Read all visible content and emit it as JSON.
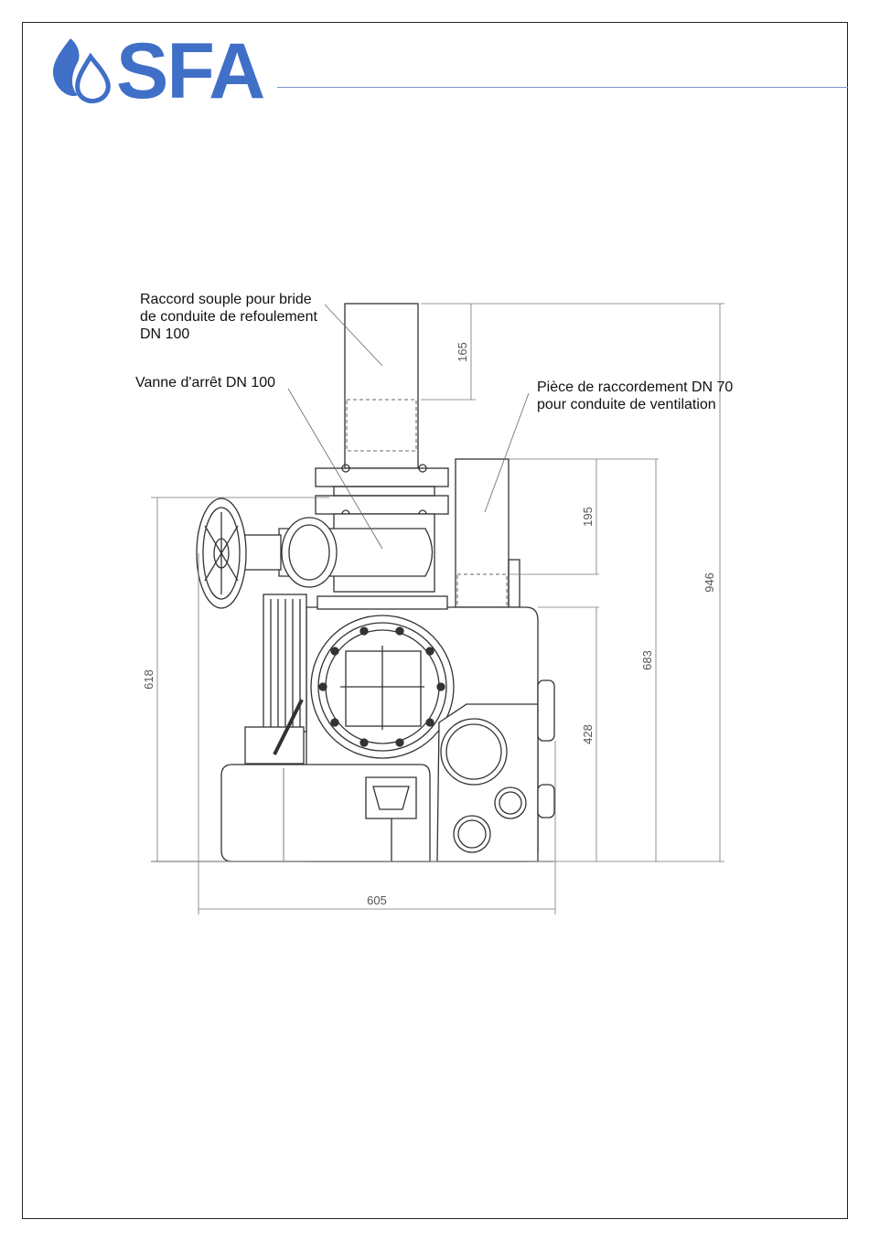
{
  "brand": {
    "name": "SFA",
    "color": "#3f6fc7"
  },
  "labels": {
    "flex_connector": [
      "Raccord souple pour bride",
      "de conduite de refoulement",
      "DN 100"
    ],
    "shutoff_valve": "Vanne d'arrêt DN 100",
    "vent_connector": [
      "Pièce de raccordement DN 70",
      "pour conduite de ventilation"
    ]
  },
  "dimensions": {
    "d165": "165",
    "d195": "195",
    "d946": "946",
    "d683": "683",
    "d428": "428",
    "d618": "618",
    "d605": "605"
  }
}
